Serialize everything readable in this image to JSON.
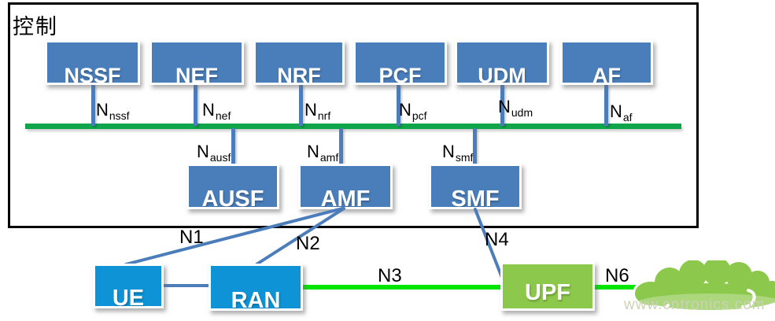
{
  "watermark": "www.cntronics.com",
  "colors": {
    "nf_blue": "#4A7EBB",
    "access_blue": "#0D93D6",
    "user_green": "#8CC84B",
    "bus_green": "#10A54A",
    "link_green": "#00E600",
    "connector_blue": "#4C7DBB",
    "frame_black": "#000000"
  },
  "control_plane": {
    "frame_label": "控制",
    "nf_boxes": [
      {
        "label": "NSSF",
        "if_main": "N",
        "if_sub": "nssf"
      },
      {
        "label": "NEF",
        "if_main": "N",
        "if_sub": "nef"
      },
      {
        "label": "NRF",
        "if_main": "N",
        "if_sub": "nrf"
      },
      {
        "label": "PCF",
        "if_main": "N",
        "if_sub": "pcf"
      },
      {
        "label": "UDM",
        "if_main": "N",
        "if_sub": "udm"
      },
      {
        "label": "AF",
        "if_main": "N",
        "if_sub": "af"
      }
    ],
    "nf_boxes_row2": [
      {
        "label": "AUSF",
        "if_main": "N",
        "if_sub": "ausf"
      },
      {
        "label": "AMF",
        "if_main": "N",
        "if_sub": "amf"
      },
      {
        "label": "SMF",
        "if_main": "N",
        "if_sub": "smf"
      }
    ]
  },
  "user_plane": {
    "nodes": [
      {
        "label": "UE"
      },
      {
        "label": "RAN"
      },
      {
        "label": "UPF"
      }
    ],
    "links": [
      {
        "label": "N1"
      },
      {
        "label": "N2"
      },
      {
        "label": "N3"
      },
      {
        "label": "N4"
      },
      {
        "label": "N6"
      }
    ],
    "icons": {
      "data_network": "cloud-icon"
    }
  }
}
